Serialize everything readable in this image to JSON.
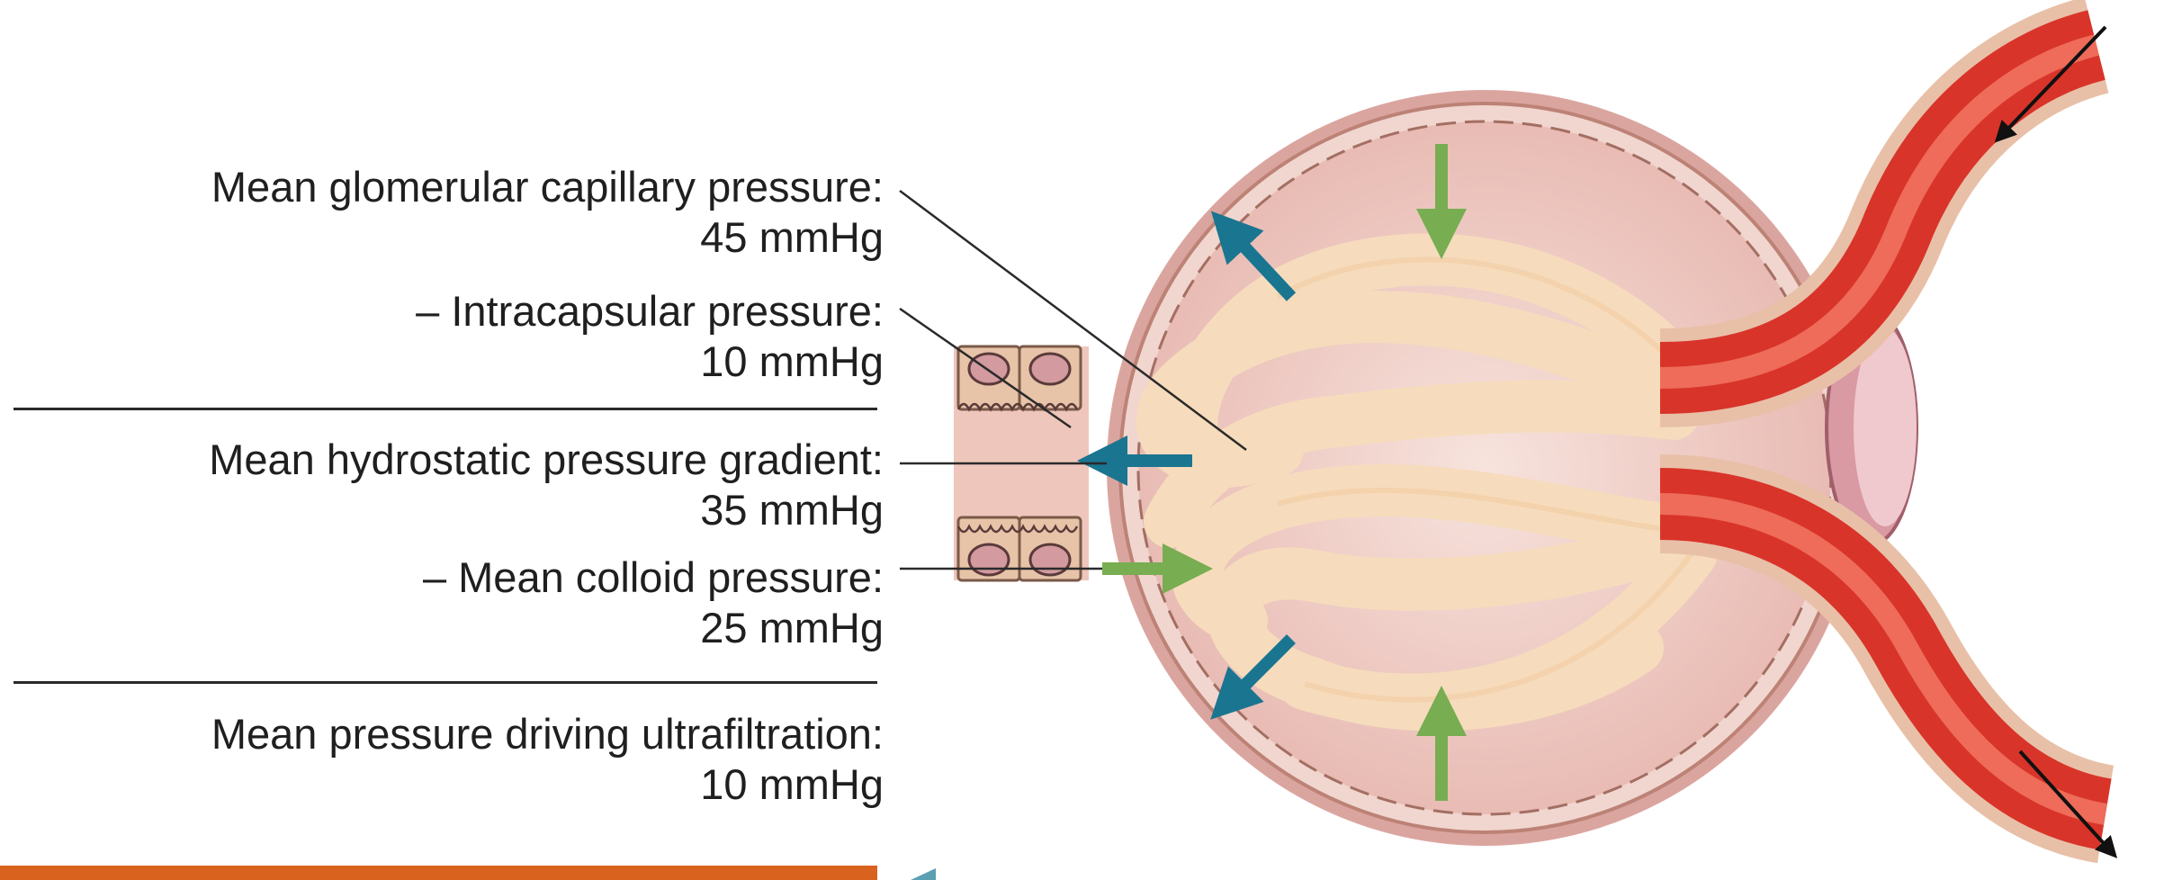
{
  "labels": [
    {
      "text": "Mean glomerular capillary pressure:",
      "value": "45 mmHg"
    },
    {
      "text": "– Intracapsular pressure:",
      "value": "10 mmHg"
    },
    {
      "text": "Mean hydrostatic pressure gradient:",
      "value": "35 mmHg"
    },
    {
      "text": "– Mean colloid pressure:",
      "value": "25 mmHg"
    },
    {
      "text": "Mean pressure driving ultrafiltration:",
      "value": "10 mmHg"
    }
  ],
  "colors": {
    "capsule_fill": "#efcfc8",
    "capsule_wall": "#d7a4a0",
    "capillary": "#f6dcbc",
    "arteriole": "#d9342a",
    "blue_arrow": "#1a7590",
    "green_arrow": "#78ad52",
    "orange_bar": "#d9621f"
  }
}
